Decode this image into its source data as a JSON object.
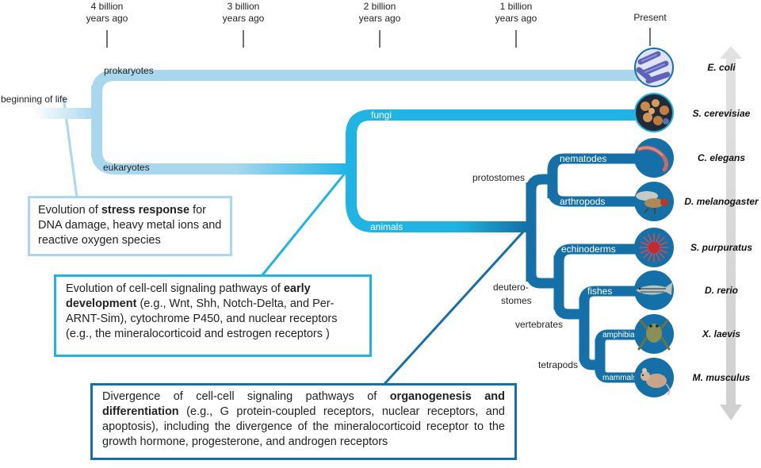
{
  "timeline": {
    "ticks": [
      {
        "line1": "4 billion",
        "line2": "years ago"
      },
      {
        "line1": "3 billion",
        "line2": "years ago"
      },
      {
        "line1": "2 billion",
        "line2": "years ago"
      },
      {
        "line1": "1 billion",
        "line2": "years ago"
      },
      {
        "line1": "",
        "line2": "Present"
      }
    ]
  },
  "branches": {
    "root": "beginning of life",
    "prokaryotes": "prokaryotes",
    "eukaryotes": "eukaryotes",
    "fungi": "fungi",
    "animals": "animals",
    "protostomes": "protostomes",
    "nematodes": "nematodes",
    "arthropods": "arthropods",
    "deuterostomes_1": "deutero-",
    "deuterostomes_2": "stomes",
    "echinoderms": "echinoderms",
    "vertebrates": "vertebrates",
    "fishes": "fishes",
    "tetrapods": "tetrapods",
    "amphibians": "amphibians",
    "mammals": "mammals"
  },
  "species": [
    {
      "name": "E. coli",
      "icon": "bacteria-icon",
      "color": "#5e63b8"
    },
    {
      "name": "S. cerevisiae",
      "icon": "yeast-icon",
      "color": "#c98a4a"
    },
    {
      "name": "C. elegans",
      "icon": "worm-icon",
      "color": "#b0544c"
    },
    {
      "name": "D. melanogaster",
      "icon": "fly-icon",
      "color": "#b08a55"
    },
    {
      "name": "S. purpuratus",
      "icon": "sea-urchin-icon",
      "color": "#d9383a"
    },
    {
      "name": "D. rerio",
      "icon": "zebrafish-icon",
      "color": "#6f8f7f"
    },
    {
      "name": "X. laevis",
      "icon": "frog-icon",
      "color": "#7f8a4f"
    },
    {
      "name": "M. musculus",
      "icon": "mouse-icon",
      "color": "#c8a48a"
    }
  ],
  "boxes": {
    "stress": {
      "pre": "Evolution of ",
      "bold": "stress response",
      "post": " for DNA damage, heavy metal ions and reactive oxygen species"
    },
    "early": {
      "pre": "Evolution of cell-cell signaling pathways of ",
      "bold": "early development",
      "post": " (e.g., Wnt, Shh, Notch-Delta, and Per-ARNT-Sim), cytochrome P450, and nuclear receptors (e.g., the mineralocorticoid and estrogen receptors )"
    },
    "organo": {
      "pre": "Divergence of cell-cell signaling pathways of ",
      "bold": "organogenesis and differentiation",
      "post": " (e.g., G protein-coupled receptors, nuclear receptors, and apoptosis), including the divergence of the mineralocorticoid receptor to the growth hormone, progesterone, and androgen receptors"
    }
  },
  "colors": {
    "light": "#a9d7ee",
    "cyan": "#1fb4e3",
    "blue": "#1470a6",
    "arrow": "#d8d8d8"
  }
}
